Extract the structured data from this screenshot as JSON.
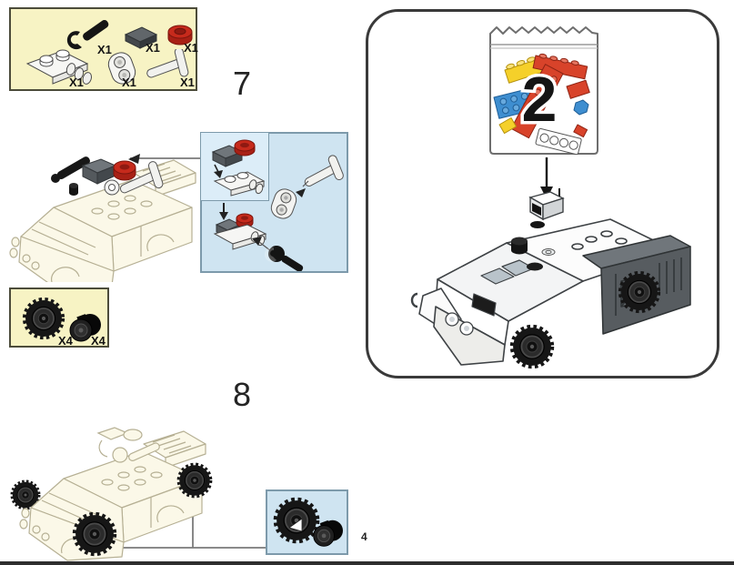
{
  "page": {
    "number": "4"
  },
  "steps": {
    "step7": {
      "number": "7"
    },
    "step8": {
      "number": "8"
    }
  },
  "parts_box_step7": {
    "items": [
      {
        "icon": "black-clip-bar-icon",
        "count": "X1"
      },
      {
        "icon": "dark-gray-slope-tile-icon",
        "count": "X1"
      },
      {
        "icon": "red-round-brick-icon",
        "count": "X1"
      },
      {
        "icon": "white-clip-plate-icon",
        "count": "X1"
      },
      {
        "icon": "white-rotor-joint-icon",
        "count": "X1"
      },
      {
        "icon": "white-t-bar-icon",
        "count": "X1"
      }
    ]
  },
  "parts_box_wheels": {
    "items": [
      {
        "icon": "tire-icon",
        "count": "X4"
      },
      {
        "icon": "wheel-hub-icon",
        "count": "X4"
      }
    ]
  },
  "bag": {
    "number": "2",
    "brick_colors": [
      "yellow",
      "red",
      "blue",
      "white"
    ]
  },
  "colors": {
    "box_yellow": "#f7f3c4",
    "box_yellow_border": "#4c4c3a",
    "box_blue": "#cfe4f1",
    "box_blue_border": "#7d9aab",
    "panel_border": "#3a3a3a",
    "ghost_fill": "#fbf8e8",
    "ghost_stroke": "#b6b094",
    "accent_red": "#c62a1c",
    "dark_gray": "#575c60",
    "black": "#161616"
  }
}
